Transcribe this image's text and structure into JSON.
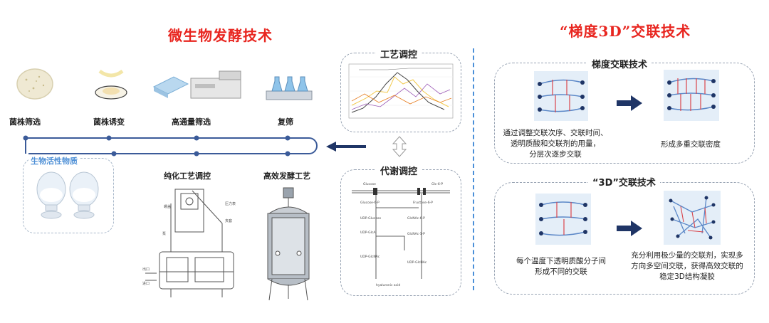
{
  "left_title": "微生物发酵技术",
  "right_title": "“梯度3D”交联技术",
  "steps": [
    "菌株筛选",
    "菌株诱变",
    "高通量筛选",
    "复筛"
  ],
  "bioactive_label": "生物活性物质",
  "purification_label": "纯化工艺调控",
  "fermentation_label": "高效发酵工艺",
  "process_control_title": "工艺调控",
  "metabolic_control_title": "代谢调控",
  "gradient": {
    "title": "梯度交联技术",
    "left_caption": [
      "通过调整交联次序、交联时间、",
      "透明质酸和交联剂的用量，",
      "分层次逐步交联"
    ],
    "right_caption": [
      "形成多重交联密度"
    ]
  },
  "threed": {
    "title": "“3D”交联技术",
    "left_caption": [
      "每个温度下透明质酸分子间",
      "形成不同的交联"
    ],
    "right_caption": [
      "充分利用极少量的交联剂，实现多",
      "方向多空间交联，获得高效交联的",
      "稳定3D结构凝胶"
    ]
  },
  "icons": [
    "petri-dish-icon",
    "mutation-dish-icon",
    "screening-equipment-icon",
    "flasks-icon",
    "powder-bottle-icon",
    "purification-apparatus-icon",
    "fermenter-tank-icon",
    "arrow-left-icon",
    "swap-arrows-icon",
    "arrow-right-icon",
    "gel-network-icon"
  ],
  "colors": {
    "title_red": "#e8251f",
    "line_blue": "#3b5b99",
    "divider_blue": "#4a8fd8",
    "arrow_navy": "#1f3566",
    "bioactive_blue": "#4d8fd6"
  }
}
